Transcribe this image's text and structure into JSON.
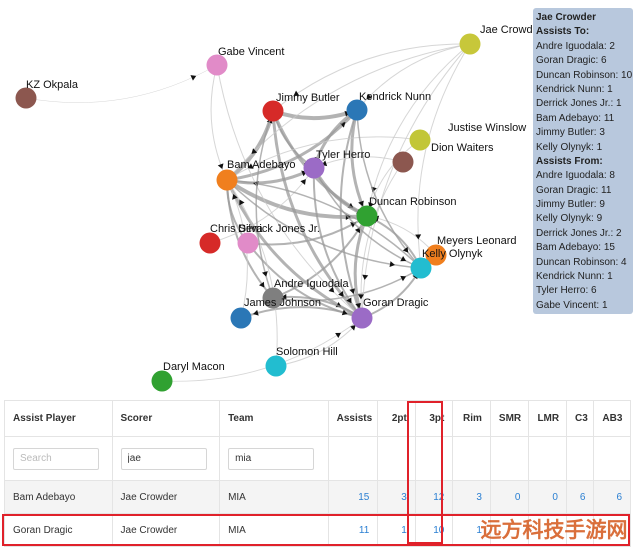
{
  "graph": {
    "nodes": [
      {
        "id": "jae",
        "label": "Jae Crowder",
        "color": "#c7c73a"
      },
      {
        "id": "gabe",
        "label": "Gabe Vincent",
        "color": "#e18bc8"
      },
      {
        "id": "kz",
        "label": "KZ Okpala",
        "color": "#8c574f"
      },
      {
        "id": "jimmy",
        "label": "Jimmy Butler",
        "color": "#d62a28"
      },
      {
        "id": "kendrick",
        "label": "Kendrick Nunn",
        "color": "#2b77b6"
      },
      {
        "id": "justise",
        "label": "Justise Winslow",
        "color": "#c2c637"
      },
      {
        "id": "dion",
        "label": "Dion Waiters",
        "color": "#8c574f"
      },
      {
        "id": "tyler",
        "label": "Tyler Herro",
        "color": "#9b6bc6"
      },
      {
        "id": "bam",
        "label": "Bam Adebayo",
        "color": "#f07f1e"
      },
      {
        "id": "duncan",
        "label": "Duncan Robinson",
        "color": "#30a131"
      },
      {
        "id": "chris",
        "label": "Chris Silva",
        "color": "#d62a28"
      },
      {
        "id": "derrick",
        "label": "Derrick Jones Jr.",
        "color": "#e18bc8"
      },
      {
        "id": "meyers",
        "label": "Meyers Leonard",
        "color": "#f07f1e"
      },
      {
        "id": "kelly",
        "label": "Kelly Olynyk",
        "color": "#22bdd0"
      },
      {
        "id": "andre",
        "label": "Andre Iguodala",
        "color": "#7f7f7f"
      },
      {
        "id": "james",
        "label": "James Johnson",
        "color": "#2b77b6"
      },
      {
        "id": "goran",
        "label": "Goran Dragic",
        "color": "#9b6bc6"
      },
      {
        "id": "solomon",
        "label": "Solomon Hill",
        "color": "#22bdd0"
      },
      {
        "id": "daryl",
        "label": "Daryl Macon",
        "color": "#30a131"
      }
    ]
  },
  "tooltip": {
    "lines": [
      {
        "text": "Jae Crowder",
        "bold": true
      },
      {
        "text": "Assists To:",
        "bold": true
      },
      {
        "text": "Andre Iguodala: 2",
        "bold": false
      },
      {
        "text": "Goran Dragic: 6",
        "bold": false
      },
      {
        "text": "Duncan Robinson: 10",
        "bold": false
      },
      {
        "text": "Kendrick Nunn: 1",
        "bold": false
      },
      {
        "text": "Derrick Jones Jr.: 1",
        "bold": false
      },
      {
        "text": "Bam Adebayo: 11",
        "bold": false
      },
      {
        "text": "Jimmy Butler: 3",
        "bold": false
      },
      {
        "text": "Kelly Olynyk: 1",
        "bold": false
      },
      {
        "text": "Assists From:",
        "bold": true
      },
      {
        "text": "Andre Iguodala: 8",
        "bold": false
      },
      {
        "text": "Goran Dragic: 11",
        "bold": false
      },
      {
        "text": "Jimmy Butler: 9",
        "bold": false
      },
      {
        "text": "Kelly Olynyk: 9",
        "bold": false
      },
      {
        "text": "Derrick Jones Jr.: 2",
        "bold": false
      },
      {
        "text": "Bam Adebayo: 15",
        "bold": false
      },
      {
        "text": "Duncan Robinson: 4",
        "bold": false
      },
      {
        "text": "Kendrick Nunn: 1",
        "bold": false
      },
      {
        "text": "Tyler Herro: 6",
        "bold": false
      },
      {
        "text": "Gabe Vincent: 1",
        "bold": false
      }
    ]
  },
  "table": {
    "headers": {
      "assist_player": "Assist Player",
      "scorer": "Scorer",
      "team": "Team",
      "assists": "Assists",
      "two_pt": "2pt",
      "three_pt": "3pt",
      "rim": "Rim",
      "smr": "SMR",
      "lmr": "LMR",
      "c3": "C3",
      "ab3": "AB3"
    },
    "filters": {
      "assist_player": {
        "value": "",
        "placeholder": "Search"
      },
      "scorer": {
        "value": "jae",
        "placeholder": ""
      },
      "team": {
        "value": "mia",
        "placeholder": ""
      }
    },
    "rows": [
      {
        "assist_player": "Bam Adebayo",
        "scorer": "Jae Crowder",
        "team": "MIA",
        "assists": "15",
        "two_pt": "3",
        "three_pt": "12",
        "rim": "3",
        "smr": "0",
        "lmr": "0",
        "c3": "6",
        "ab3": "6"
      },
      {
        "assist_player": "Goran Dragic",
        "scorer": "Jae Crowder",
        "team": "MIA",
        "assists": "11",
        "two_pt": "1",
        "three_pt": "10",
        "rim": "1",
        "smr": "",
        "lmr": "",
        "c3": "",
        "ab3": ""
      }
    ]
  },
  "highlight_color": "#e0212a",
  "watermark": {
    "text": "远方科技手游网"
  }
}
